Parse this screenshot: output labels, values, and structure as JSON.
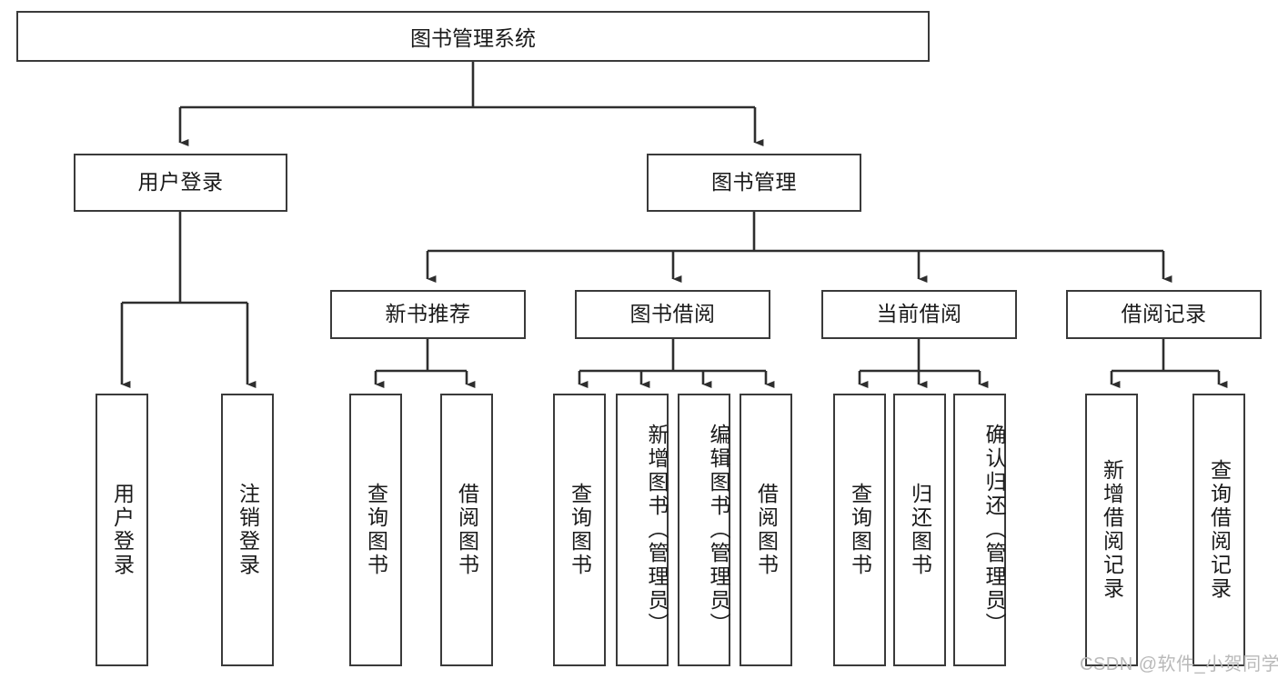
{
  "diagram": {
    "type": "tree-hierarchy",
    "title": "图书管理系统",
    "root": {
      "id": "root",
      "label": "图书管理系统"
    },
    "level2": [
      {
        "id": "user-login",
        "label": "用户登录"
      },
      {
        "id": "book-manage",
        "label": "图书管理"
      }
    ],
    "level3": [
      {
        "id": "new-book-recommend",
        "label": "新书推荐",
        "parent": "book-manage"
      },
      {
        "id": "book-borrow",
        "label": "图书借阅",
        "parent": "book-manage"
      },
      {
        "id": "current-borrow",
        "label": "当前借阅",
        "parent": "book-manage"
      },
      {
        "id": "borrow-record",
        "label": "借阅记录",
        "parent": "book-manage"
      }
    ],
    "leaves": {
      "user_login": [
        {
          "id": "leaf-user-login",
          "label": "用户登录"
        },
        {
          "id": "leaf-user-logout",
          "label": "注销登录"
        }
      ],
      "new_book_recommend": [
        {
          "id": "leaf-query-book-1",
          "label": "查询图书"
        },
        {
          "id": "leaf-borrow-book-1",
          "label": "借阅图书"
        }
      ],
      "book_borrow": [
        {
          "id": "leaf-query-book-2",
          "label": "查询图书"
        },
        {
          "id": "leaf-add-book",
          "label": "新增图书（管理员）"
        },
        {
          "id": "leaf-edit-book",
          "label": "编辑图书（管理员）"
        },
        {
          "id": "leaf-borrow-book-2",
          "label": "借阅图书"
        }
      ],
      "current_borrow": [
        {
          "id": "leaf-query-book-3",
          "label": "查询图书"
        },
        {
          "id": "leaf-return-book",
          "label": "归还图书"
        },
        {
          "id": "leaf-confirm-return",
          "label": "确认归还（管理员）"
        }
      ],
      "borrow_record": [
        {
          "id": "leaf-add-record",
          "label": "新增借阅记录"
        },
        {
          "id": "leaf-query-record",
          "label": "查询借阅记录"
        }
      ]
    }
  },
  "watermark": {
    "text": "CSDN @软件_小贺同学"
  },
  "colors": {
    "stroke": "#3a3a3a",
    "text": "#1a1a1a",
    "background": "#ffffff",
    "watermark": "#b9b9b9"
  }
}
